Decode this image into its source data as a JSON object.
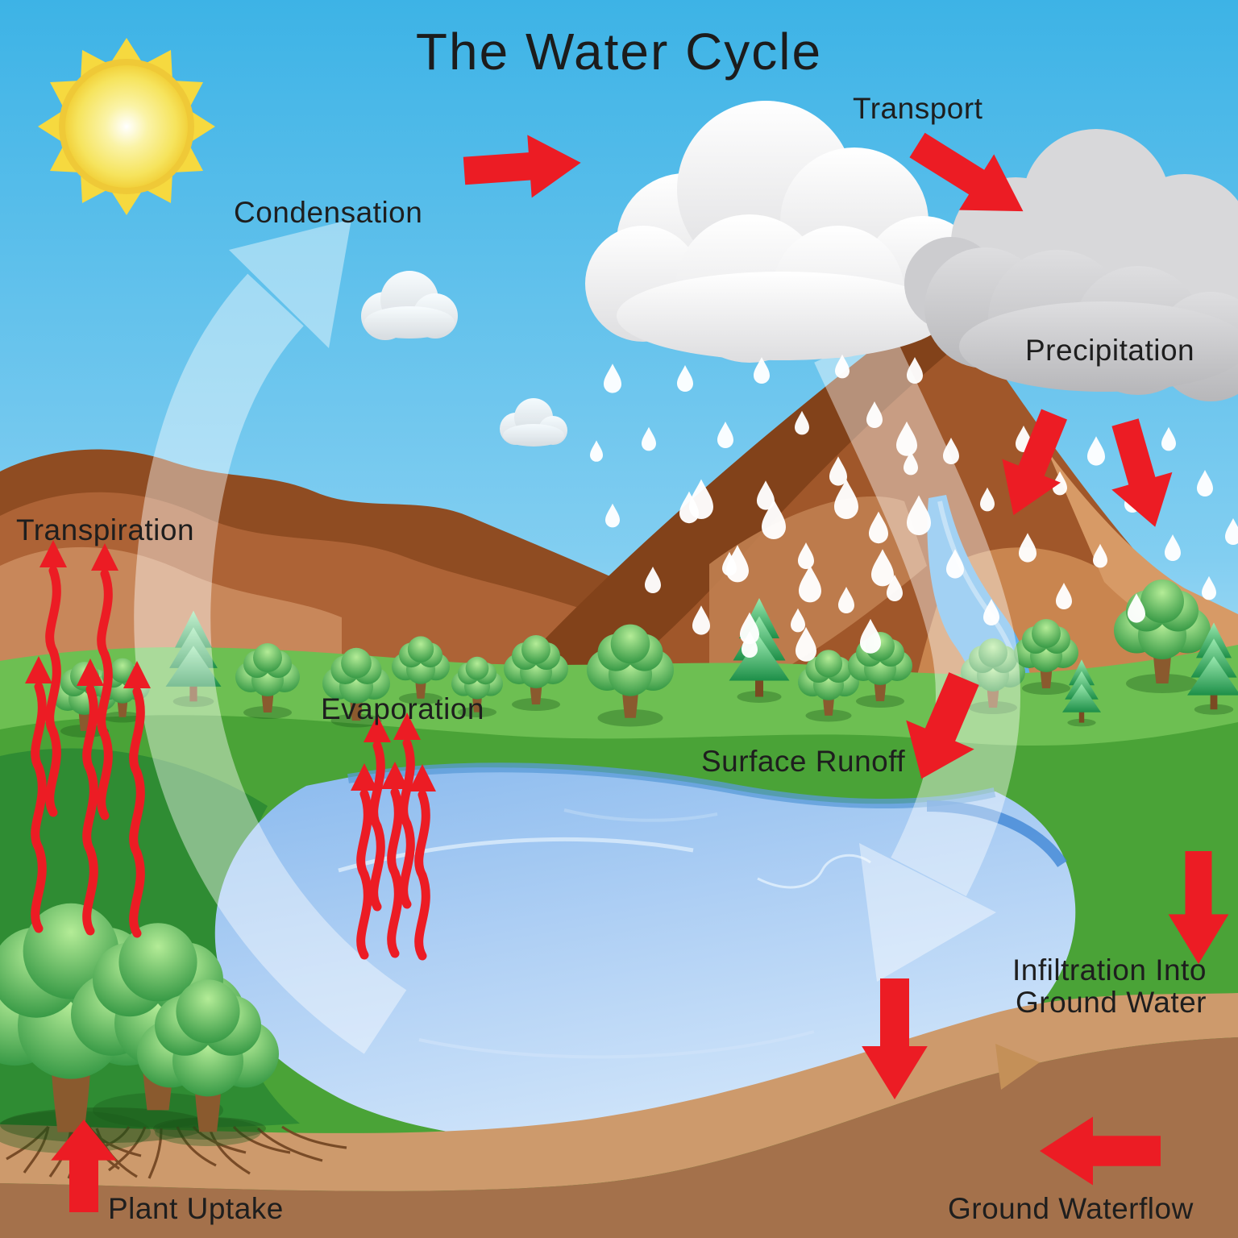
{
  "diagram": {
    "title": "The Water Cycle",
    "labels": {
      "transport": "Transport",
      "condensation": "Condensation",
      "precipitation": "Precipitation",
      "transpiration": "Transpiration",
      "evaporation": "Evaporation",
      "surface_runoff": "Surface Runoff",
      "infiltration_line1": "Infiltration Into",
      "infiltration_line2": "Ground Water",
      "plant_uptake": "Plant Uptake",
      "ground_waterflow": "Ground Waterflow"
    },
    "colors": {
      "arrow_red": "#EC1C24",
      "cycle_arrow": "rgba(255,255,255,0.42)",
      "sky_top": "#3DB3E6",
      "sun_yellow": "#F6D93F",
      "cloud_white": "#FFFFFF",
      "cloud_gray": "#C2C2C5",
      "mountain_brown": "#A0572A",
      "grass_green": "#4AA337",
      "lake_blue": "#9CC6F0",
      "river_blue": "#5FB0EA",
      "soil_light": "#CD9A6C",
      "soil_dark": "#A4714B",
      "label_text": "#1E1E1E"
    }
  }
}
